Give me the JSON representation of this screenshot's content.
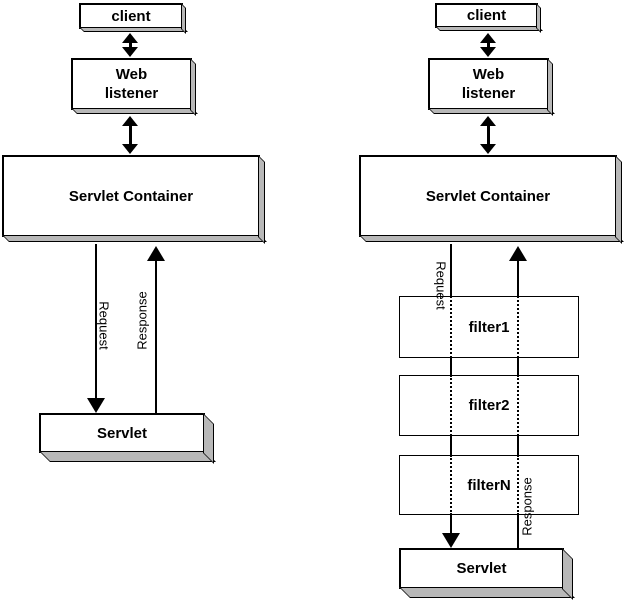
{
  "left": {
    "client": "client",
    "listener_line1": "Web",
    "listener_line2": "listener",
    "container": "Servlet Container",
    "servlet": "Servlet",
    "request": "Request",
    "response": "Response"
  },
  "right": {
    "client": "client",
    "listener_line1": "Web",
    "listener_line2": "listener",
    "container": "Servlet Container",
    "filters": [
      "filter1",
      "filter2",
      "filterN"
    ],
    "servlet": "Servlet",
    "request": "Request",
    "response": "Response"
  },
  "colors": {
    "background": "#ffffff",
    "box_fill": "#ffffff",
    "box_border": "#000000",
    "box_shadow": "#b8b8b8",
    "line": "#000000",
    "text": "#000000"
  }
}
